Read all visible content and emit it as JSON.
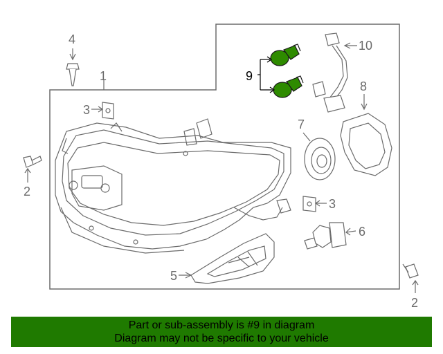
{
  "diagram": {
    "callouts": {
      "c1": "1",
      "c2a": "2",
      "c2b": "2",
      "c3a": "3",
      "c3b": "3",
      "c4": "4",
      "c5": "5",
      "c6": "6",
      "c7": "7",
      "c8": "8",
      "c9": "9",
      "c10": "10"
    },
    "highlight_color": "#2e8b00",
    "line_color": "#6b6b6b"
  },
  "banner": {
    "line1": "Part or sub-assembly is #9 in diagram",
    "line2": "Diagram may not be specific to your vehicle",
    "background": "#1f7a00"
  }
}
